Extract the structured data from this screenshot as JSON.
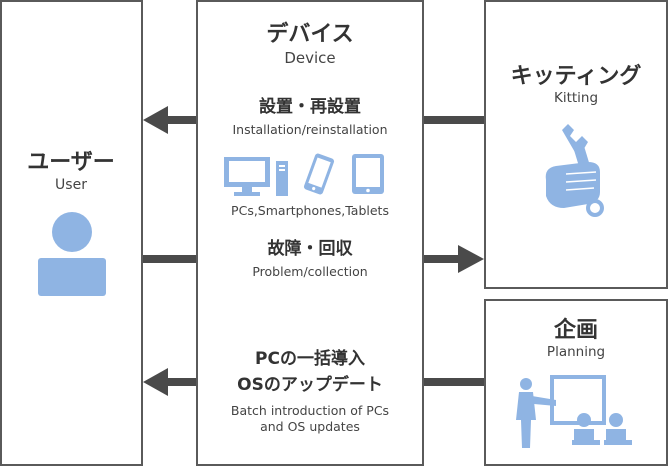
{
  "colors": {
    "border": "#5a5a5a",
    "arrow": "#4a4a4a",
    "icon": "#8fb4e3",
    "text": "#333333"
  },
  "user": {
    "title_jp": "ユーザー",
    "title_en": "User",
    "icon": "person-icon"
  },
  "device": {
    "title_jp": "デバイス",
    "title_en": "Device",
    "install_jp": "設置・再設置",
    "install_en": "Installation/reinstallation",
    "devices_caption": "PCs,Smartphones,Tablets",
    "problem_jp": "故障・回収",
    "problem_en": "Problem/collection",
    "batch_jp_1": "PCの一括導入",
    "batch_jp_2": "OSのアップデート",
    "batch_en_1": "Batch introduction of PCs",
    "batch_en_2": "and OS updates",
    "icons": [
      "desktop-pc-icon",
      "smartphone-icon",
      "tablet-icon"
    ]
  },
  "kitting": {
    "title_jp": "キッティング",
    "title_en": "Kitting",
    "icon": "wrench-hand-icon"
  },
  "planning": {
    "title_jp": "企画",
    "title_en": "Planning",
    "icon": "presentation-icon"
  }
}
